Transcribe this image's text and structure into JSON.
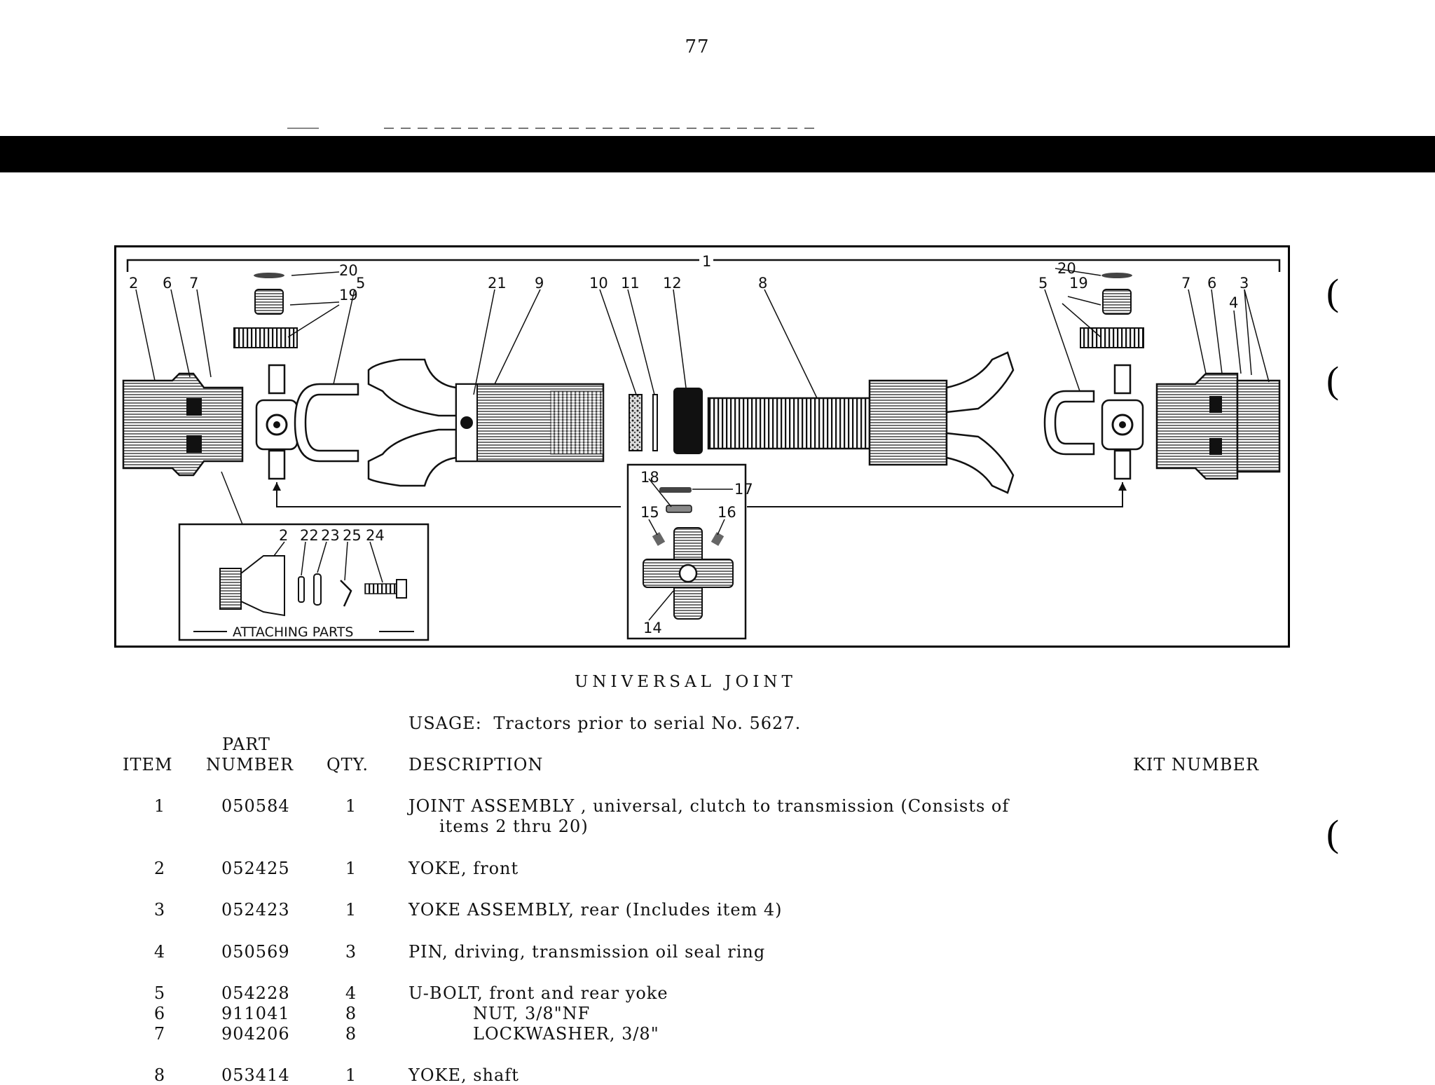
{
  "page": {
    "number": "77"
  },
  "figure": {
    "callouts": {
      "c1": "1",
      "c2": "2",
      "c3": "3",
      "c4": "4",
      "c5": "5",
      "c6": "6",
      "c7": "7",
      "c8": "8",
      "c9": "9",
      "c10": "10",
      "c11": "11",
      "c12": "12",
      "c14": "14",
      "c15": "15",
      "c16": "16",
      "c17": "17",
      "c18": "18",
      "c19": "19",
      "c20": "20",
      "c21": "21",
      "c22": "22",
      "c23": "23",
      "c24": "24",
      "c25": "25"
    },
    "attaching_parts_label": "ATTACHING PARTS",
    "caption": "UNIVERSAL JOINT"
  },
  "usage": {
    "label": "USAGE:",
    "text": "Tractors prior to serial No. 5627."
  },
  "table": {
    "headers": {
      "item": "ITEM",
      "part_top": "PART",
      "part_bottom": "NUMBER",
      "qty": "QTY.",
      "description": "DESCRIPTION",
      "kit": "KIT NUMBER"
    },
    "rows": [
      {
        "item": "1",
        "part": "050584",
        "qty": "1",
        "desc": "JOINT ASSEMBLY , universal, clutch to transmission (Consists of",
        "desc2": "items 2 thru 20)"
      },
      {
        "item": "2",
        "part": "052425",
        "qty": "1",
        "desc": "YOKE, front"
      },
      {
        "item": "3",
        "part": "052423",
        "qty": "1",
        "desc": "YOKE ASSEMBLY, rear (Includes item 4)"
      },
      {
        "item": "4",
        "part": "050569",
        "qty": "3",
        "desc": "PIN, driving, transmission oil seal ring"
      },
      {
        "item": "5",
        "part": "054228",
        "qty": "4",
        "desc": "U-BOLT, front and rear yoke"
      },
      {
        "item": "6",
        "part": "911041",
        "qty": "8",
        "desc": "NUT, 3/8\"NF"
      },
      {
        "item": "7",
        "part": "904206",
        "qty": "8",
        "desc": "LOCKWASHER, 3/8\""
      },
      {
        "item": "8",
        "part": "053414",
        "qty": "1",
        "desc": "YOKE, shaft"
      }
    ]
  }
}
